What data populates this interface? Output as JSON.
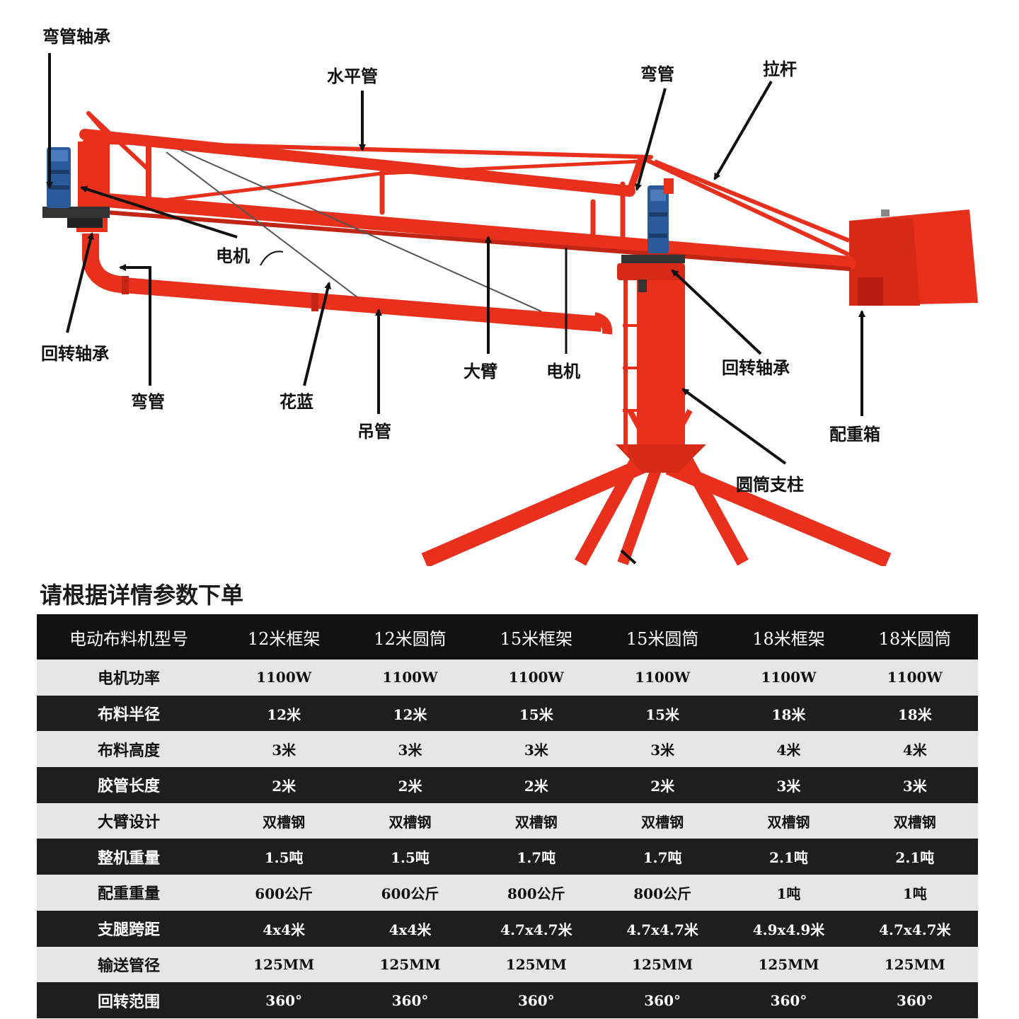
{
  "diagram": {
    "labels": {
      "elbow_bearing": "弯管轴承",
      "horizontal_pipe": "水平管",
      "elbow_top": "弯管",
      "tie_rod": "拉杆",
      "motor_left": "电机",
      "slewing_bearing_left": "回转轴承",
      "elbow_bottom": "弯管",
      "turnbuckle": "花蓝",
      "hanging_pipe": "吊管",
      "big_arm": "大臂",
      "motor_right": "电机",
      "slewing_bearing_right": "回转轴承",
      "counterweight_box": "配重箱",
      "column": "圆筒支柱"
    },
    "colors": {
      "machine": "#e8301c",
      "machine_dark": "#b81e10",
      "motor": "#2a5a9a",
      "arrow": "#111111"
    }
  },
  "spec": {
    "title": "请根据详情参数下单",
    "header": [
      "电动布料机型号",
      "12米框架",
      "12米圆筒",
      "15米框架",
      "15米圆筒",
      "18米框架",
      "18米圆筒"
    ],
    "rows": [
      [
        "电机功率",
        "1100W",
        "1100W",
        "1100W",
        "1100W",
        "1100W",
        "1100W"
      ],
      [
        "布料半径",
        "12米",
        "12米",
        "15米",
        "15米",
        "18米",
        "18米"
      ],
      [
        "布料高度",
        "3米",
        "3米",
        "3米",
        "3米",
        "4米",
        "4米"
      ],
      [
        "胶管长度",
        "2米",
        "2米",
        "2米",
        "2米",
        "3米",
        "3米"
      ],
      [
        "大臂设计",
        "双槽钢",
        "双槽钢",
        "双槽钢",
        "双槽钢",
        "双槽钢",
        "双槽钢"
      ],
      [
        "整机重量",
        "1.5吨",
        "1.5吨",
        "1.7吨",
        "1.7吨",
        "2.1吨",
        "2.1吨"
      ],
      [
        "配重重量",
        "600公斤",
        "600公斤",
        "800公斤",
        "800公斤",
        "1吨",
        "1吨"
      ],
      [
        "支腿跨距",
        "4x4米",
        "4x4米",
        "4.7x4.7米",
        "4.7x4.7米",
        "4.9x4.9米",
        "4.7x4.7米"
      ],
      [
        "输送管径",
        "125MM",
        "125MM",
        "125MM",
        "125MM",
        "125MM",
        "125MM"
      ],
      [
        "回转范围",
        "360°",
        "360°",
        "360°",
        "360°",
        "360°",
        "360°"
      ]
    ]
  }
}
